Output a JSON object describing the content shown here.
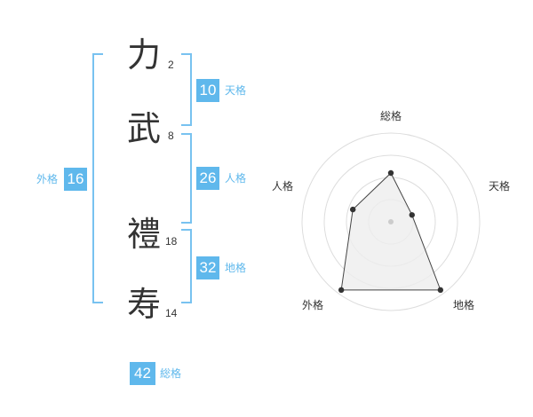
{
  "name_chars": [
    {
      "char": "力",
      "strokes": "2"
    },
    {
      "char": "武",
      "strokes": "8"
    },
    {
      "char": "禮",
      "strokes": "18"
    },
    {
      "char": "寿",
      "strokes": "14"
    }
  ],
  "kakusu": {
    "tenkaku": {
      "value": "10",
      "label": "天格"
    },
    "jinkaku": {
      "value": "26",
      "label": "人格"
    },
    "chikaku": {
      "value": "32",
      "label": "地格"
    },
    "gaikaku": {
      "value": "16",
      "label": "外格"
    },
    "soukaku": {
      "value": "42",
      "label": "総格"
    }
  },
  "radar": {
    "labels": [
      "総格",
      "天格",
      "地格",
      "外格",
      "人格"
    ],
    "values": [
      0.55,
      0.25,
      0.95,
      0.95,
      0.45
    ],
    "rings": 4,
    "colors": {
      "ring": "#dddddd",
      "fill": "#eeeeee",
      "line": "#444444",
      "point": "#333333",
      "center": "#cccccc"
    }
  }
}
